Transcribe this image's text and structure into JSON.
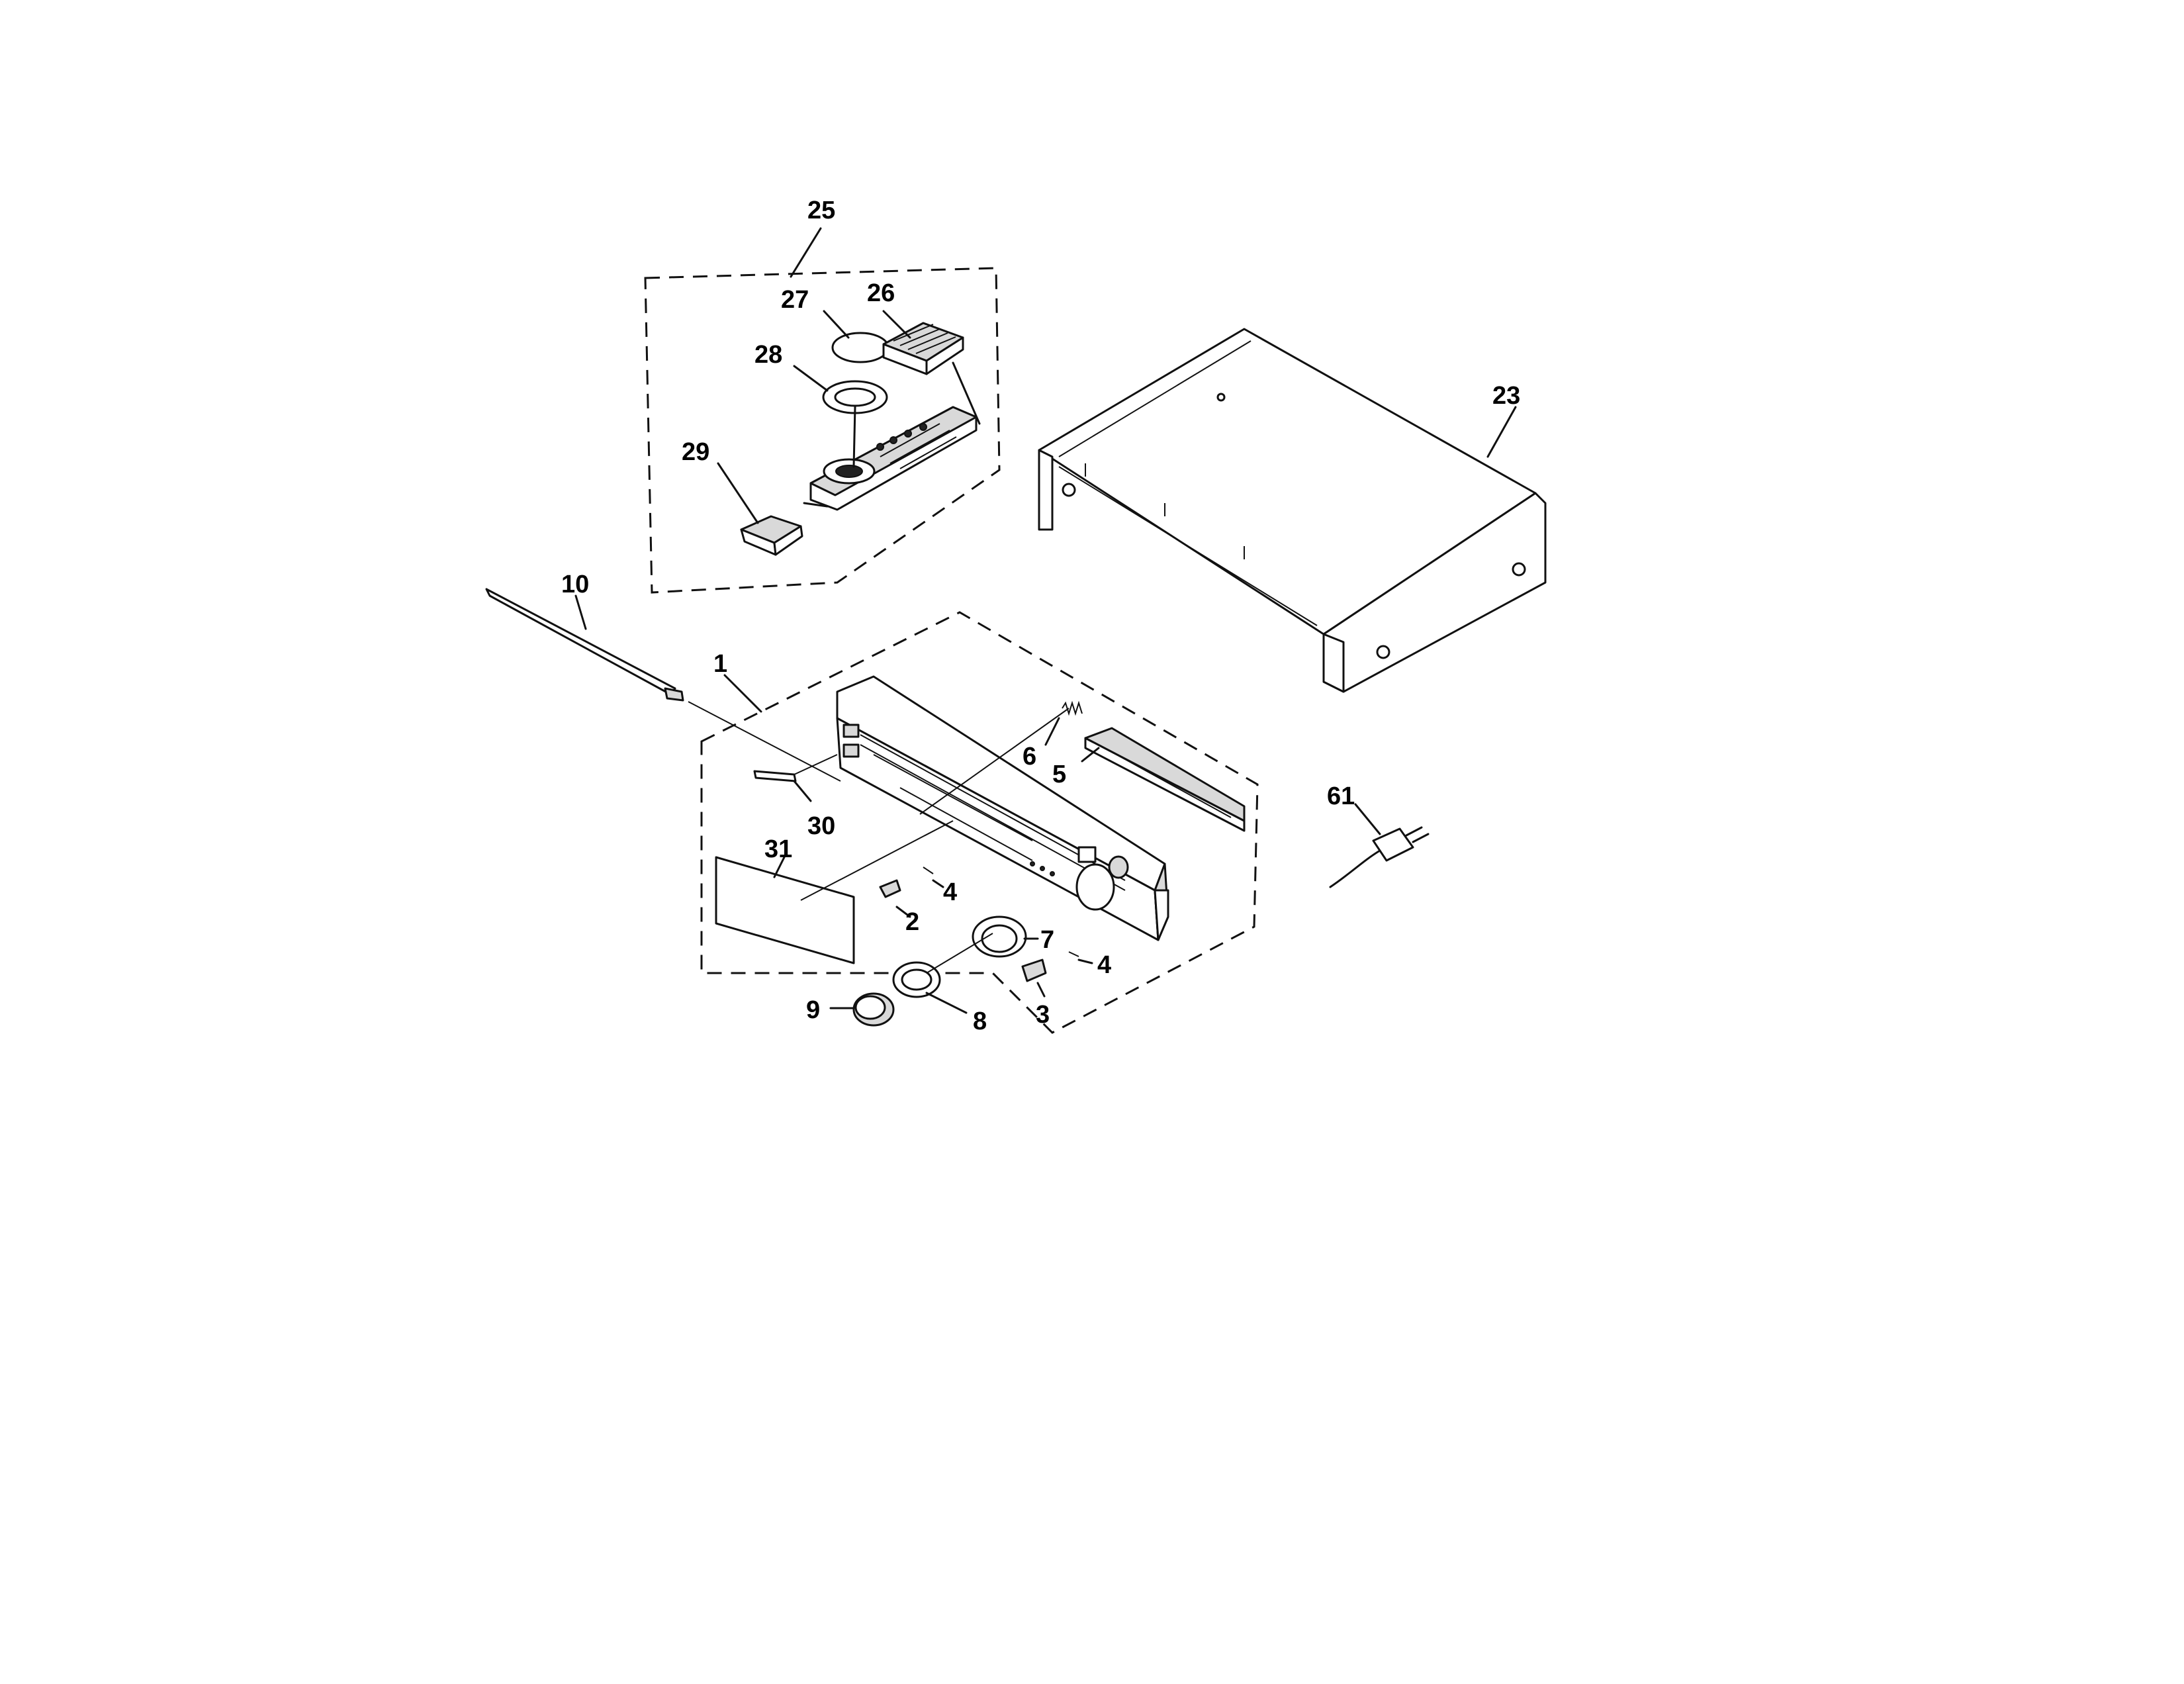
{
  "parts": {
    "p25": "25",
    "p27": "27",
    "p26": "26",
    "p28": "28",
    "p29": "29",
    "p23": "23",
    "p10": "10",
    "p1": "1",
    "p6": "6",
    "p5": "5",
    "p30": "30",
    "p31": "31",
    "p61": "61",
    "p4a": "4",
    "p2": "2",
    "p7": "7",
    "p4b": "4",
    "p3": "3",
    "p9": "9",
    "p8": "8"
  }
}
